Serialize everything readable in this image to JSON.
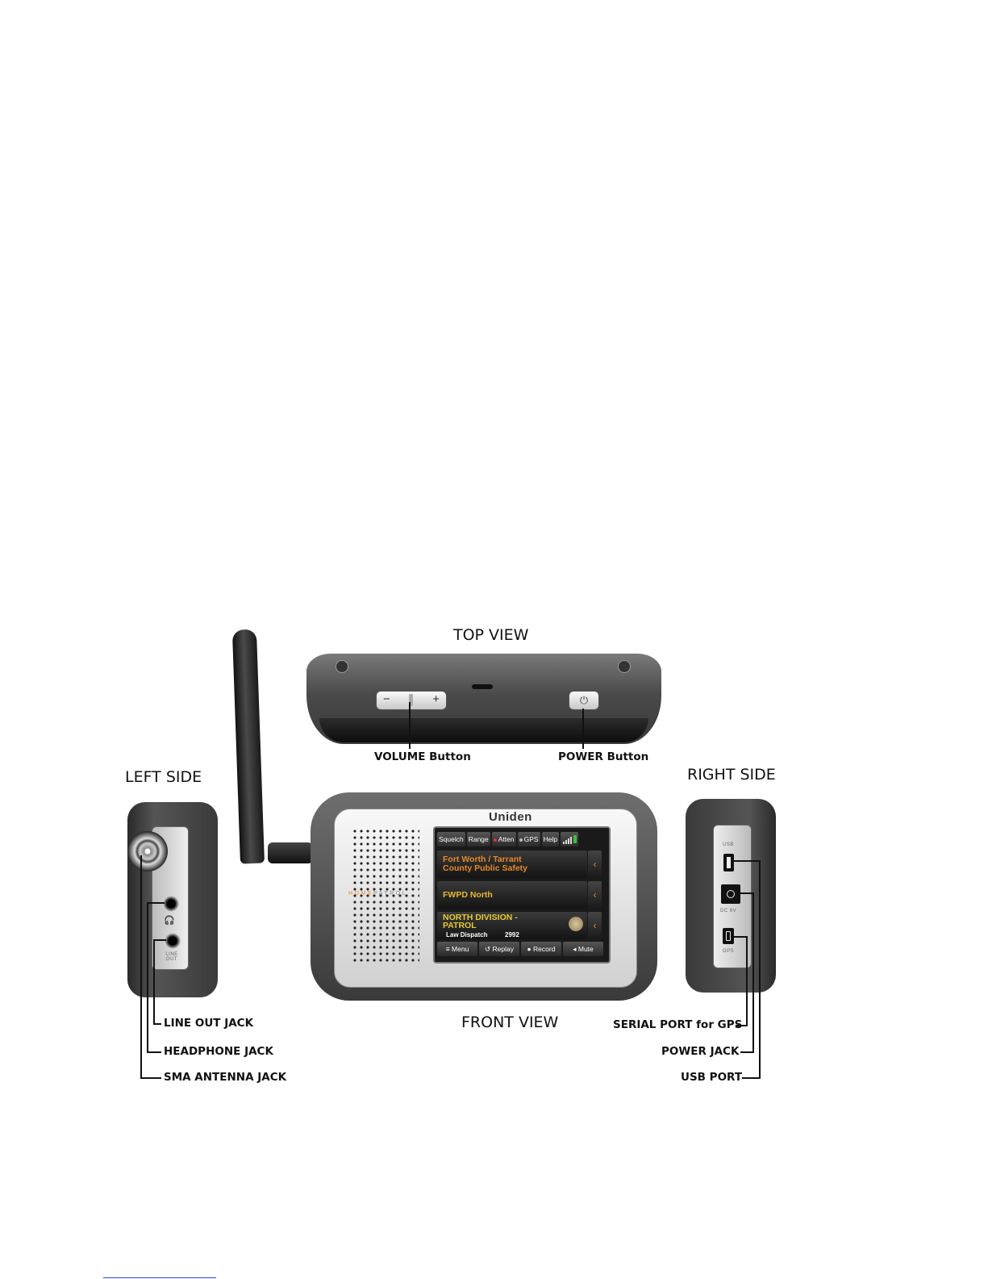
{
  "views": {
    "top": "TOP VIEW",
    "left": "LEFT SIDE",
    "right": "RIGHT SIDE",
    "front": "FRONT VIEW"
  },
  "callouts": {
    "volume": "VOLUME Button",
    "power": "POWER Button",
    "line_out": "LINE OUT JACK",
    "headphone": "HEADPHONE JACK",
    "sma": "SMA ANTENNA JACK",
    "serial": "SERIAL PORT for GPS",
    "power_jack": "POWER JACK",
    "usb": "USB PORT"
  },
  "device": {
    "brand": "Uniden",
    "model_home": "HOME",
    "model_patrol": "PATROL",
    "volume_minus": "−",
    "volume_plus": "+",
    "power_symbol": "⏻",
    "left_label_line": "LINE",
    "left_label_out": "OUT",
    "right_label_usb": "USB",
    "right_label_power": "DC 6V",
    "right_label_gps": "GPS",
    "screen": {
      "top_buttons": [
        "Squelch",
        "Range",
        "Atten",
        "GPS",
        "Help"
      ],
      "rows": [
        {
          "line1": "Fort Worth / Tarrant",
          "line2": "County Public Safety",
          "color": "#e8892a"
        },
        {
          "line1": "FWPD North",
          "color": "#e8b830"
        },
        {
          "line1": "NORTH DIVISION -",
          "line2": "PATROL",
          "sub_label": "Law Dispatch",
          "sub_value": "2992",
          "color": "#e8c830"
        }
      ],
      "bottom_buttons": [
        "Menu",
        "Replay",
        "Record",
        "Mute"
      ]
    }
  }
}
